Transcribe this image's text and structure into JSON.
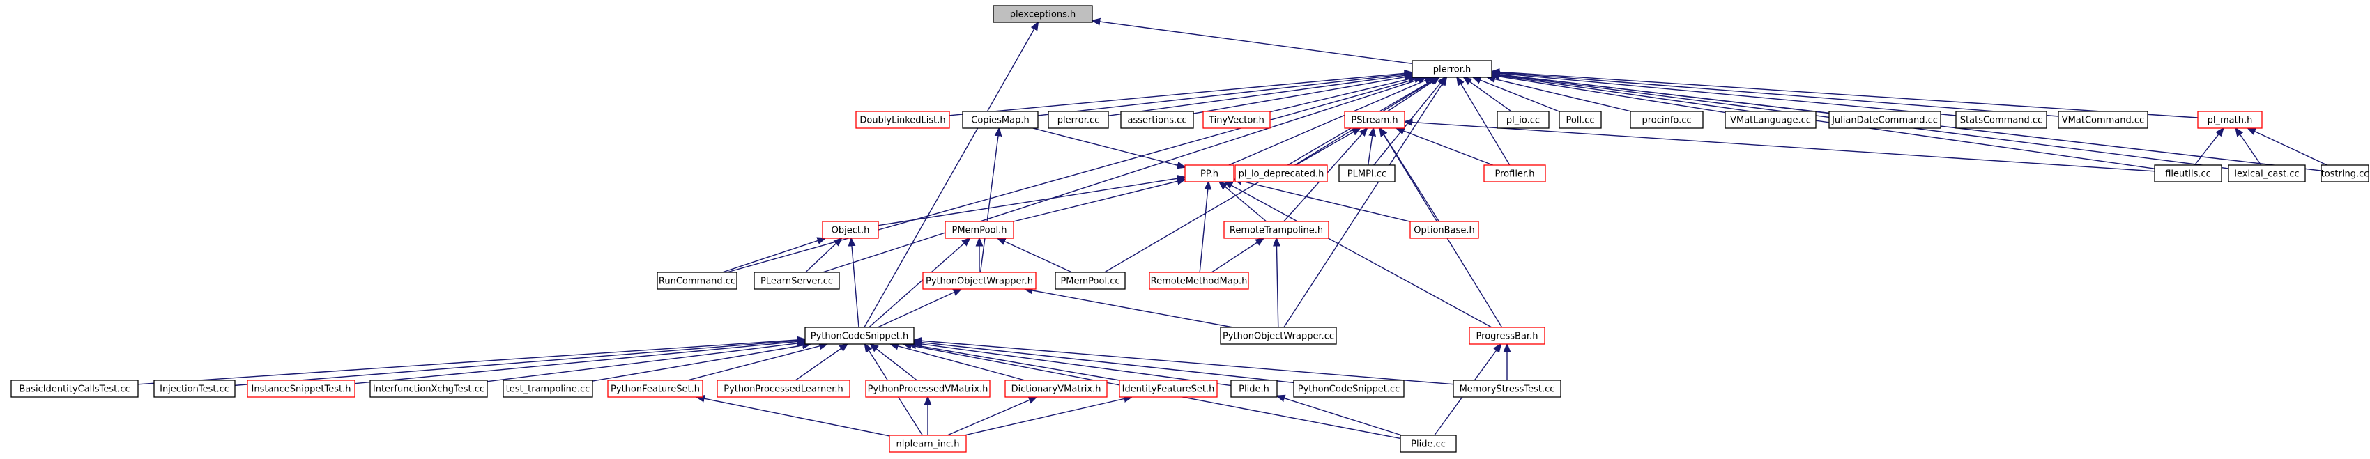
{
  "graph": {
    "nodes": [
      {
        "id": "plexceptions",
        "label": "plexceptions.h",
        "kind": "root"
      },
      {
        "id": "plerror",
        "label": "plerror.h",
        "kind": "normal"
      },
      {
        "id": "DoublyLinkedList",
        "label": "DoublyLinkedList.h",
        "kind": "red"
      },
      {
        "id": "CopiesMap",
        "label": "CopiesMap.h",
        "kind": "normal"
      },
      {
        "id": "plerror_cc",
        "label": "plerror.cc",
        "kind": "normal"
      },
      {
        "id": "assertions",
        "label": "assertions.cc",
        "kind": "normal"
      },
      {
        "id": "TinyVector",
        "label": "TinyVector.h",
        "kind": "red"
      },
      {
        "id": "PStream",
        "label": "PStream.h",
        "kind": "red"
      },
      {
        "id": "pl_io",
        "label": "pl_io.cc",
        "kind": "normal"
      },
      {
        "id": "Poll",
        "label": "Poll.cc",
        "kind": "normal"
      },
      {
        "id": "procinfo",
        "label": "procinfo.cc",
        "kind": "normal"
      },
      {
        "id": "VMatLanguage",
        "label": "VMatLanguage.cc",
        "kind": "normal"
      },
      {
        "id": "JulianDateCommand",
        "label": "JulianDateCommand.cc",
        "kind": "normal"
      },
      {
        "id": "StatsCommand",
        "label": "StatsCommand.cc",
        "kind": "normal"
      },
      {
        "id": "VMatCommand",
        "label": "VMatCommand.cc",
        "kind": "normal"
      },
      {
        "id": "pl_math",
        "label": "pl_math.h",
        "kind": "red"
      },
      {
        "id": "PP",
        "label": "PP.h",
        "kind": "red"
      },
      {
        "id": "pl_io_deprecated",
        "label": "pl_io_deprecated.h",
        "kind": "red"
      },
      {
        "id": "PLMPI",
        "label": "PLMPI.cc",
        "kind": "normal"
      },
      {
        "id": "Profiler",
        "label": "Profiler.h",
        "kind": "red"
      },
      {
        "id": "fileutils",
        "label": "fileutils.cc",
        "kind": "normal"
      },
      {
        "id": "lexical_cast",
        "label": "lexical_cast.cc",
        "kind": "normal"
      },
      {
        "id": "tostring",
        "label": "tostring.cc",
        "kind": "normal"
      },
      {
        "id": "Object",
        "label": "Object.h",
        "kind": "red"
      },
      {
        "id": "PMemPool_h",
        "label": "PMemPool.h",
        "kind": "red"
      },
      {
        "id": "RemoteTrampoline",
        "label": "RemoteTrampoline.h",
        "kind": "red"
      },
      {
        "id": "OptionBase",
        "label": "OptionBase.h",
        "kind": "red"
      },
      {
        "id": "RunCommand",
        "label": "RunCommand.cc",
        "kind": "normal"
      },
      {
        "id": "PLearnServer",
        "label": "PLearnServer.cc",
        "kind": "normal"
      },
      {
        "id": "PythonObjectWrapper_h",
        "label": "PythonObjectWrapper.h",
        "kind": "red"
      },
      {
        "id": "PMemPool_cc",
        "label": "PMemPool.cc",
        "kind": "normal"
      },
      {
        "id": "RemoteMethodMap",
        "label": "RemoteMethodMap.h",
        "kind": "red"
      },
      {
        "id": "PythonCodeSnippet_h",
        "label": "PythonCodeSnippet.h",
        "kind": "normal"
      },
      {
        "id": "PythonObjectWrapper_cc",
        "label": "PythonObjectWrapper.cc",
        "kind": "normal"
      },
      {
        "id": "ProgressBar",
        "label": "ProgressBar.h",
        "kind": "red"
      },
      {
        "id": "BasicIdentityCallsTest",
        "label": "BasicIdentityCallsTest.cc",
        "kind": "normal"
      },
      {
        "id": "InjectionTest",
        "label": "InjectionTest.cc",
        "kind": "normal"
      },
      {
        "id": "InstanceSnippetTest",
        "label": "InstanceSnippetTest.h",
        "kind": "red"
      },
      {
        "id": "InterfunctionXchgTest",
        "label": "InterfunctionXchgTest.cc",
        "kind": "normal"
      },
      {
        "id": "test_trampoline",
        "label": "test_trampoline.cc",
        "kind": "normal"
      },
      {
        "id": "PythonFeatureSet",
        "label": "PythonFeatureSet.h",
        "kind": "red"
      },
      {
        "id": "PythonProcessedLearner",
        "label": "PythonProcessedLearner.h",
        "kind": "red"
      },
      {
        "id": "PythonProcessedVMatrix",
        "label": "PythonProcessedVMatrix.h",
        "kind": "red"
      },
      {
        "id": "DictionaryVMatrix",
        "label": "DictionaryVMatrix.h",
        "kind": "red"
      },
      {
        "id": "IdentityFeatureSet",
        "label": "IdentityFeatureSet.h",
        "kind": "red"
      },
      {
        "id": "Plide_h",
        "label": "Plide.h",
        "kind": "normal"
      },
      {
        "id": "PythonCodeSnippet_cc",
        "label": "PythonCodeSnippet.cc",
        "kind": "normal"
      },
      {
        "id": "MemoryStressTest",
        "label": "MemoryStressTest.cc",
        "kind": "normal"
      },
      {
        "id": "nlplearn_inc",
        "label": "nlplearn_inc.h",
        "kind": "red"
      },
      {
        "id": "Plide_cc",
        "label": "Plide.cc",
        "kind": "normal"
      }
    ],
    "edges": [
      [
        "plerror",
        "plexceptions"
      ],
      [
        "PythonCodeSnippet_h",
        "plexceptions"
      ],
      [
        "DoublyLinkedList",
        "plerror"
      ],
      [
        "CopiesMap",
        "plerror"
      ],
      [
        "plerror_cc",
        "plerror"
      ],
      [
        "assertions",
        "plerror"
      ],
      [
        "TinyVector",
        "plerror"
      ],
      [
        "PStream",
        "plerror"
      ],
      [
        "pl_io",
        "plerror"
      ],
      [
        "Poll",
        "plerror"
      ],
      [
        "procinfo",
        "plerror"
      ],
      [
        "VMatLanguage",
        "plerror"
      ],
      [
        "JulianDateCommand",
        "plerror"
      ],
      [
        "StatsCommand",
        "plerror"
      ],
      [
        "VMatCommand",
        "plerror"
      ],
      [
        "pl_math",
        "plerror"
      ],
      [
        "PP",
        "plerror"
      ],
      [
        "pl_io_deprecated",
        "plerror"
      ],
      [
        "PLMPI",
        "plerror"
      ],
      [
        "Profiler",
        "plerror"
      ],
      [
        "fileutils",
        "plerror"
      ],
      [
        "lexical_cast",
        "plerror"
      ],
      [
        "tostring",
        "plerror"
      ],
      [
        "RunCommand",
        "plerror"
      ],
      [
        "PLearnServer",
        "plerror"
      ],
      [
        "PMemPool_cc",
        "plerror"
      ],
      [
        "PythonObjectWrapper_cc",
        "plerror"
      ],
      [
        "CopiesMap",
        "PP"
      ],
      [
        "PythonObjectWrapper_h",
        "CopiesMap"
      ],
      [
        "pl_io_deprecated",
        "PStream"
      ],
      [
        "PLMPI",
        "PStream"
      ],
      [
        "Profiler",
        "PStream"
      ],
      [
        "fileutils",
        "PStream"
      ],
      [
        "RemoteTrampoline",
        "PStream"
      ],
      [
        "OptionBase",
        "PStream"
      ],
      [
        "ProgressBar",
        "PStream"
      ],
      [
        "fileutils",
        "pl_math"
      ],
      [
        "lexical_cast",
        "pl_math"
      ],
      [
        "tostring",
        "pl_math"
      ],
      [
        "Object",
        "PP"
      ],
      [
        "PMemPool_h",
        "PP"
      ],
      [
        "RemoteTrampoline",
        "PP"
      ],
      [
        "OptionBase",
        "PP"
      ],
      [
        "RemoteMethodMap",
        "PP"
      ],
      [
        "ProgressBar",
        "PP"
      ],
      [
        "RunCommand",
        "Object"
      ],
      [
        "PLearnServer",
        "Object"
      ],
      [
        "PythonCodeSnippet_h",
        "Object"
      ],
      [
        "PythonObjectWrapper_h",
        "PMemPool_h"
      ],
      [
        "PMemPool_cc",
        "PMemPool_h"
      ],
      [
        "PythonCodeSnippet_h",
        "PMemPool_h"
      ],
      [
        "RemoteMethodMap",
        "RemoteTrampoline"
      ],
      [
        "PythonObjectWrapper_cc",
        "RemoteTrampoline"
      ],
      [
        "PythonCodeSnippet_h",
        "PythonObjectWrapper_h"
      ],
      [
        "PythonObjectWrapper_cc",
        "PythonObjectWrapper_h"
      ],
      [
        "MemoryStressTest",
        "ProgressBar"
      ],
      [
        "Plide_cc",
        "ProgressBar"
      ],
      [
        "BasicIdentityCallsTest",
        "PythonCodeSnippet_h"
      ],
      [
        "InjectionTest",
        "PythonCodeSnippet_h"
      ],
      [
        "InstanceSnippetTest",
        "PythonCodeSnippet_h"
      ],
      [
        "InterfunctionXchgTest",
        "PythonCodeSnippet_h"
      ],
      [
        "test_trampoline",
        "PythonCodeSnippet_h"
      ],
      [
        "PythonFeatureSet",
        "PythonCodeSnippet_h"
      ],
      [
        "PythonProcessedLearner",
        "PythonCodeSnippet_h"
      ],
      [
        "PythonProcessedVMatrix",
        "PythonCodeSnippet_h"
      ],
      [
        "DictionaryVMatrix",
        "PythonCodeSnippet_h"
      ],
      [
        "IdentityFeatureSet",
        "PythonCodeSnippet_h"
      ],
      [
        "Plide_h",
        "PythonCodeSnippet_h"
      ],
      [
        "PythonCodeSnippet_cc",
        "PythonCodeSnippet_h"
      ],
      [
        "MemoryStressTest",
        "PythonCodeSnippet_h"
      ],
      [
        "nlplearn_inc",
        "PythonCodeSnippet_h"
      ],
      [
        "Plide_cc",
        "PythonCodeSnippet_h"
      ],
      [
        "nlplearn_inc",
        "PythonFeatureSet"
      ],
      [
        "nlplearn_inc",
        "PythonProcessedVMatrix"
      ],
      [
        "nlplearn_inc",
        "DictionaryVMatrix"
      ],
      [
        "nlplearn_inc",
        "IdentityFeatureSet"
      ],
      [
        "Plide_cc",
        "Plide_h"
      ]
    ]
  },
  "colors": {
    "edge": "#191970",
    "normal_border": "#000000",
    "red_border": "#ff0000",
    "root_fill": "#bfbfbf",
    "node_fill": "#ffffff",
    "text": "#000000"
  }
}
